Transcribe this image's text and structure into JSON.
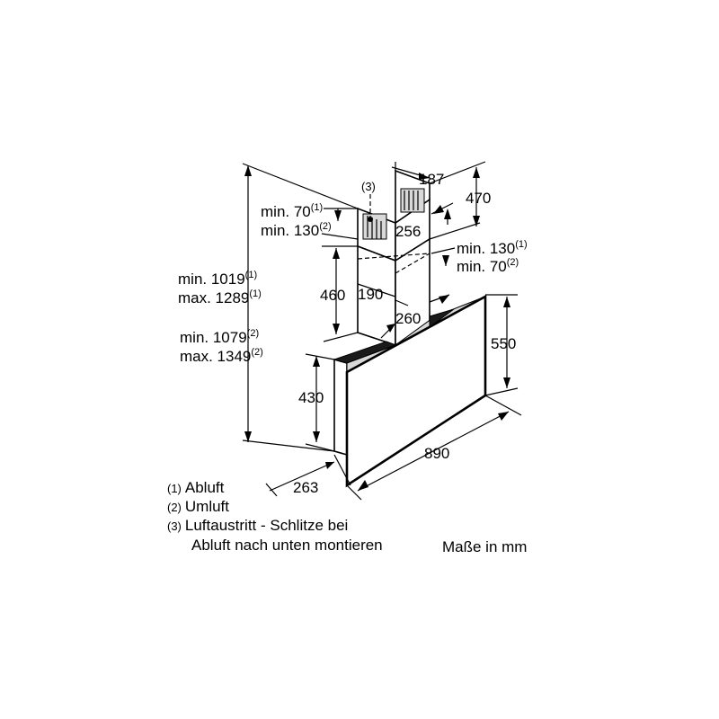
{
  "labels": {
    "mark3": "(3)",
    "d187": "187",
    "d470": "470",
    "d256": "256",
    "d190": "190",
    "d260": "260",
    "d460": "460",
    "d550": "550",
    "d430": "430",
    "d890": "890",
    "d263": "263",
    "chimney_top_min": "min. 70",
    "chimney_top_min_ref": "(1)",
    "chimney_top_min2": "min. 130",
    "chimney_top_min2_ref": "(2)",
    "right_min1": "min. 130",
    "right_min1_ref": "(1)",
    "right_min2": "min. 70",
    "right_min2_ref": "(2)",
    "height_min_exhaust": "min. 1019",
    "height_min_exhaust_ref": "(1)",
    "height_max_exhaust": "max. 1289",
    "height_max_exhaust_ref": "(1)",
    "height_min_recirc": "min. 1079",
    "height_min_recirc_ref": "(2)",
    "height_max_recirc": "max. 1349",
    "height_max_recirc_ref": "(2)"
  },
  "legend": [
    {
      "mark": "(1)",
      "text": "Abluft"
    },
    {
      "mark": "(2)",
      "text": "Umluft"
    },
    {
      "mark": "(3)",
      "text": "Luftaustritt - Schlitze bei"
    },
    {
      "mark": "",
      "text": "Abluft nach unten montieren"
    }
  ],
  "units": "Maße in mm"
}
